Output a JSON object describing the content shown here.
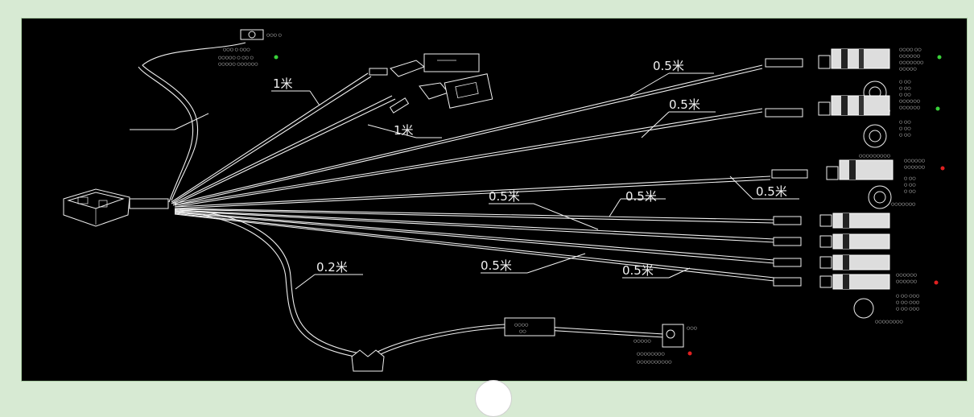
{
  "diagram": {
    "labels": {
      "cable_1m_a": "1米",
      "cable_1m_b": "1米",
      "cable_05m_a": "0.5米",
      "cable_05m_b": "0.5米",
      "cable_05m_c": "0.5米",
      "cable_05m_d": "0.5米",
      "cable_05m_e": "0.5米",
      "cable_05m_f": "0.5米",
      "cable_02m": "0.2米"
    },
    "colors": {
      "background": "#000000",
      "line": "#f0f0f0",
      "frame": "#d7ead3",
      "led_green": "#39d13a",
      "led_red": "#e02020"
    }
  }
}
